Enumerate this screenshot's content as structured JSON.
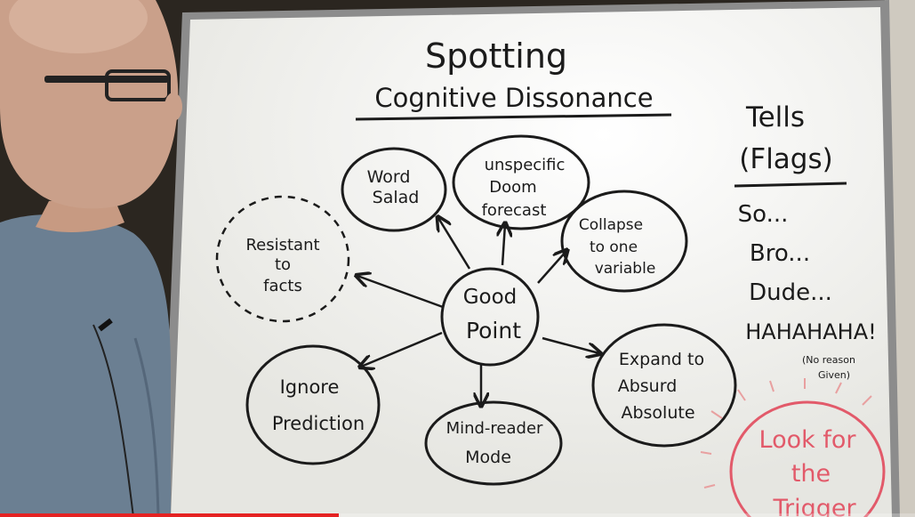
{
  "board": {
    "title": "Spotting",
    "subtitle": "Cognitive Dissonance",
    "center_node": [
      "Good",
      "Point"
    ],
    "nodes": {
      "word_salad": [
        "Word",
        "Salad"
      ],
      "doom_forecast": [
        "unspecific",
        "Doom",
        "forecast"
      ],
      "collapse_variable": [
        "Collapse",
        "to one",
        "variable"
      ],
      "resistant_facts": [
        "Resistant",
        "to",
        "facts"
      ],
      "ignore_prediction": [
        "Ignore",
        "Prediction"
      ],
      "mind_reader": [
        "Mind-reader",
        "Mode"
      ],
      "expand_absurd": [
        "Expand to",
        "Absurd",
        "Absolute"
      ]
    },
    "tells": {
      "heading": [
        "Tells",
        "(Flags)"
      ],
      "items": [
        "So...",
        "Bro...",
        "Dude...",
        "HAHAHAHA!"
      ],
      "note": [
        "(No reason",
        "Given)"
      ]
    },
    "trigger": [
      "Look for",
      "the",
      "Trigger"
    ]
  },
  "video": {
    "progress": 0.37
  },
  "colors": {
    "ink": "#1b1b1b",
    "marker_red": "#e25a6a",
    "progress_red": "#e52222",
    "board": "#f2f2ee"
  }
}
